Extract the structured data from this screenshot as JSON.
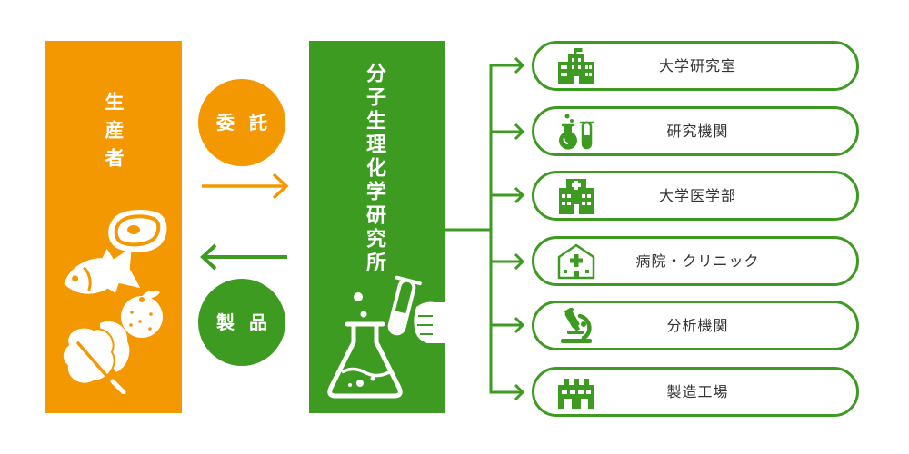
{
  "producer": {
    "label": "生産者",
    "icons": [
      "steak-icon",
      "fish-icon",
      "mandarin-icon",
      "leafy-vegetable-icon"
    ]
  },
  "commission": {
    "label": "委託"
  },
  "product": {
    "label": "製品"
  },
  "institute": {
    "label": "分子生理化学研究所",
    "icons": [
      "flask-icon",
      "test-tube-icon"
    ]
  },
  "destinations": [
    {
      "label": "大学研究室",
      "icon": "university-building-icon"
    },
    {
      "label": "研究機関",
      "icon": "lab-flask-icon"
    },
    {
      "label": "大学医学部",
      "icon": "hospital-building-icon"
    },
    {
      "label": "病院・クリニック",
      "icon": "clinic-house-icon"
    },
    {
      "label": "分析機関",
      "icon": "microscope-icon"
    },
    {
      "label": "製造工場",
      "icon": "factory-icon"
    }
  ],
  "colors": {
    "orange": "#F39800",
    "green": "#3E9B22",
    "text": "#333333",
    "white": "#FFFFFF"
  }
}
